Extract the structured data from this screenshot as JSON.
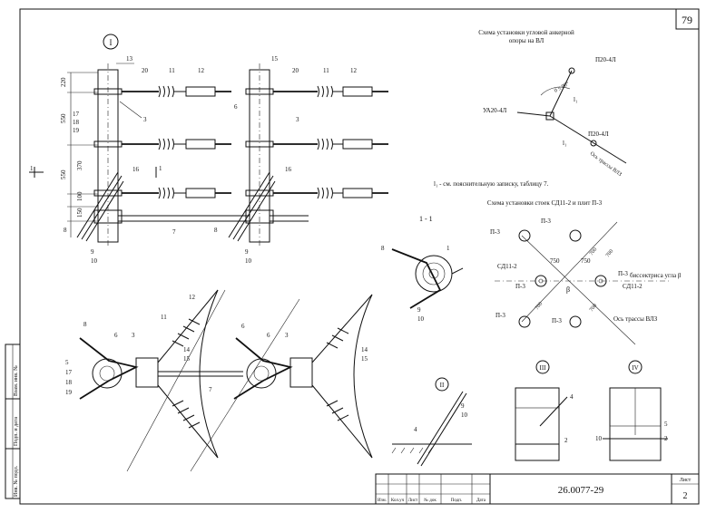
{
  "sheet": {
    "page_number": "79",
    "drawing_code": "26.0077-29",
    "sheet_label": "Лист",
    "sheet_number": "2",
    "title_cols": [
      "Изм.",
      "Кол.уч",
      "Лист",
      "№ док",
      "Подп.",
      "Дата"
    ],
    "side_stamp": [
      "Взам. инв. №",
      "Подп. и дата",
      "Инв. № подл."
    ]
  },
  "views": {
    "v1": "I",
    "v2": "II",
    "v3": "III",
    "v4": "IV",
    "section": "1 - 1",
    "cut_mark": "1"
  },
  "dims": {
    "d220": "220",
    "d550a": "550",
    "d550b": "550",
    "d370": "370",
    "d100": "100",
    "d150": "150"
  },
  "labels": {
    "n1": "1",
    "n2": "2",
    "n3": "3",
    "n4": "4",
    "n5": "5",
    "n6": "6",
    "n7": "7",
    "n8": "8",
    "n9": "9",
    "n10": "10",
    "n11": "11",
    "n12": "12",
    "n13": "13",
    "n14": "14",
    "n15": "15",
    "n16": "16",
    "n17": "17",
    "n18": "18",
    "n19": "19",
    "n20": "20"
  },
  "scheme1": {
    "title_l1": "Схема установки угловой анкерной",
    "title_l2": "опоры на ВЛ",
    "p_top": "П20-4Л",
    "p_bot": "П20-4Л",
    "ua": "УА20-4Л",
    "angle": "0 ≤ 90°",
    "l1a": "l₁",
    "l1b": "l₁",
    "axis": "Ось трассы ВЛЗ",
    "note": "l₁ - см. пояснительную записку, таблицу 7."
  },
  "scheme2": {
    "title": "Схема установки стоек СД11-2 и плит П-3",
    "p3": "П-3",
    "sd": "СД11-2",
    "d750a": "750",
    "d750b": "750",
    "d700a": "700",
    "d700b": "700",
    "d700c": "700",
    "d700d": "700",
    "beta": "β",
    "bisector": "биссектриса угла β",
    "axis": "Ось трассы ВЛЗ"
  }
}
